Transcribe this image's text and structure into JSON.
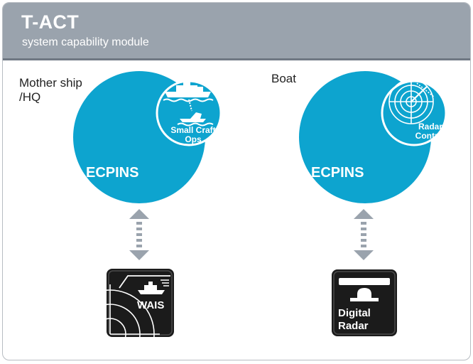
{
  "header": {
    "title": "T-ACT",
    "subtitle": "system capability module"
  },
  "left": {
    "location_label_line1": "Mother ship",
    "location_label_line2": "/HQ",
    "circle_label": "ECPINS",
    "module_line1": "Small Craft",
    "module_line2": "Ops",
    "device_label": "WAIS"
  },
  "right": {
    "location_label": "Boat",
    "circle_label": "ECPINS",
    "module_line1": "Radar",
    "module_line2": "Control",
    "device_line1": "Digital",
    "device_line2": "Radar"
  },
  "colors": {
    "header": "#9aa3ad",
    "ecpins_circle": "#0da4cf",
    "arrow": "#9aa3ad",
    "device": "#1b1b1b"
  }
}
